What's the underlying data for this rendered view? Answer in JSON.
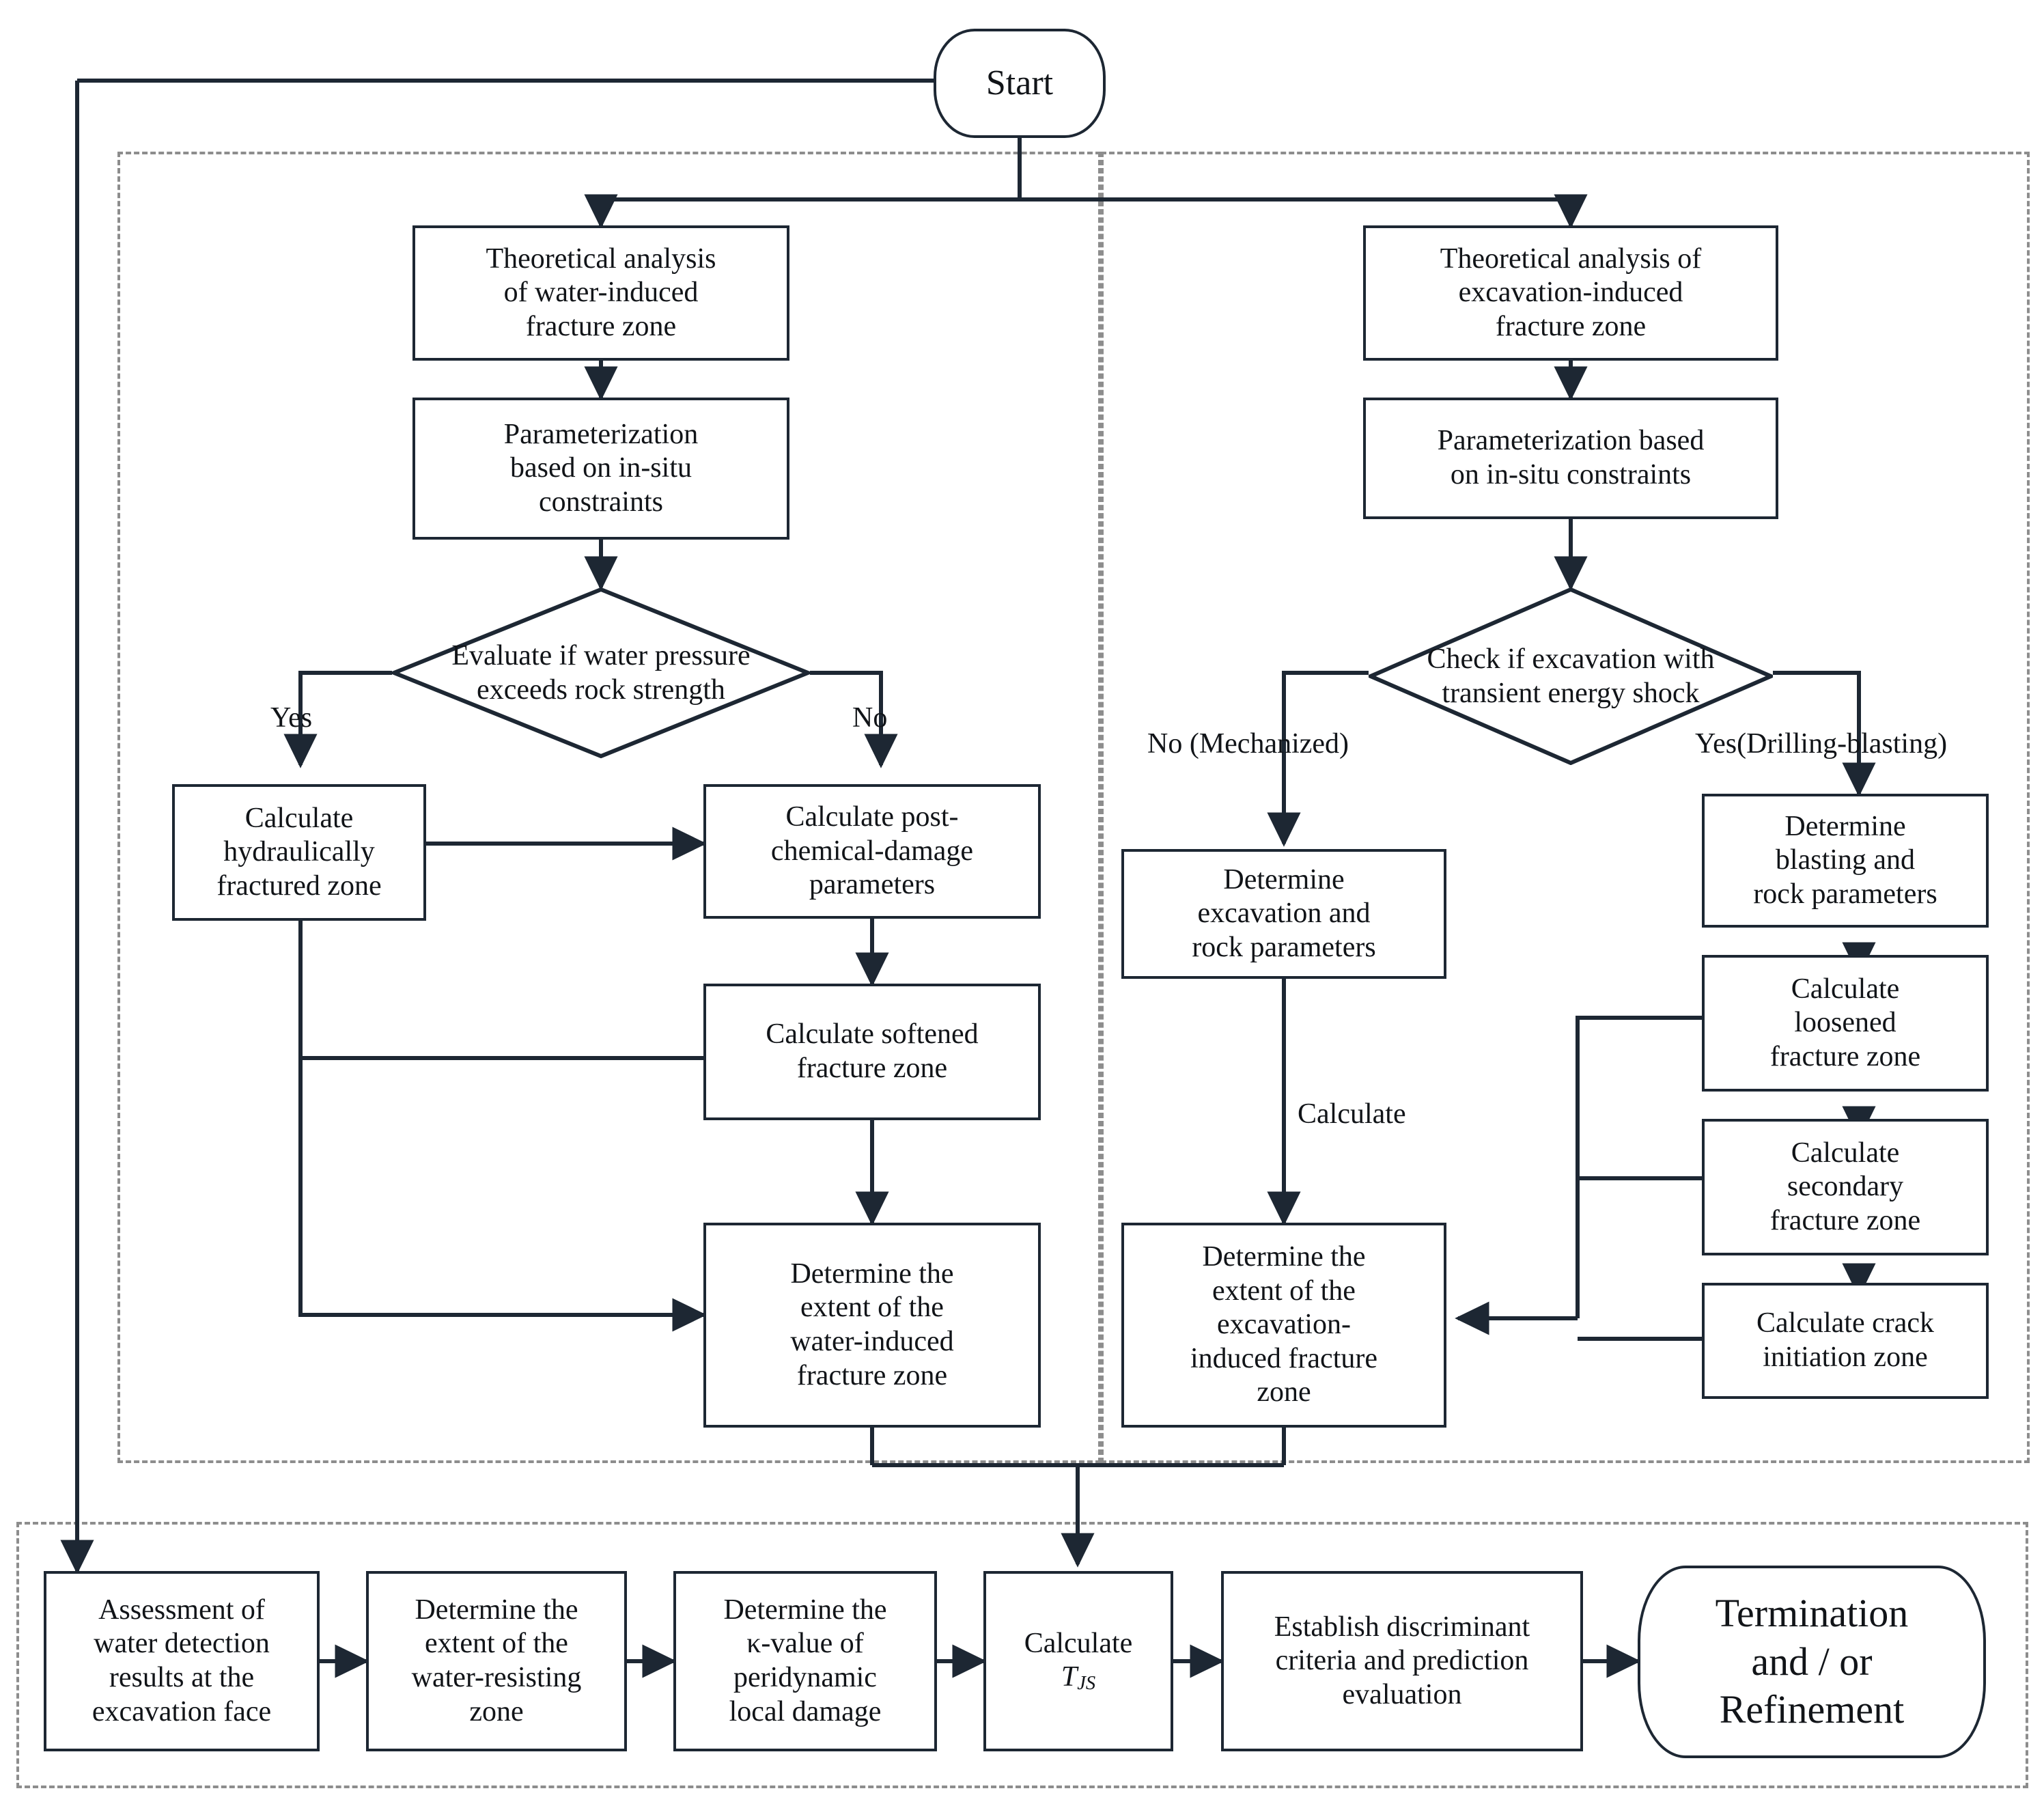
{
  "diagram": {
    "title": "Flowchart for determining water-resisting zone and fracture zones",
    "colors": {
      "stroke": "#1d2733",
      "dashed_group": "#8d8d8d",
      "background": "#ffffff"
    }
  },
  "nodes": {
    "start": {
      "label": "Start",
      "shape": "terminal"
    },
    "water_theory": {
      "lines": [
        "Theoretical analysis",
        "of water-induced",
        "fracture zone"
      ],
      "shape": "process"
    },
    "water_param": {
      "lines": [
        "Parameterization",
        "based on in-situ",
        "constraints"
      ],
      "shape": "process"
    },
    "water_decision": {
      "lines": [
        "Evaluate if water",
        "pressure exceeds",
        "rock strength"
      ],
      "shape": "decision"
    },
    "hydraulic_zone": {
      "lines": [
        "Calculate",
        "hydraulically",
        "fractured zone"
      ],
      "shape": "process"
    },
    "post_chem": {
      "lines": [
        "Calculate post-",
        "chemical-damage",
        "parameters"
      ],
      "shape": "process"
    },
    "softened_zone": {
      "lines": [
        "Calculate softened",
        "fracture zone"
      ],
      "shape": "process"
    },
    "water_extent": {
      "lines": [
        "Determine the",
        "extent of the",
        "water-induced",
        "fracture zone"
      ],
      "shape": "process"
    },
    "exc_theory": {
      "lines": [
        "Theoretical analysis of",
        "excavation-induced",
        "fracture zone"
      ],
      "shape": "process"
    },
    "exc_param": {
      "lines": [
        "Parameterization based",
        "on in-situ constraints"
      ],
      "shape": "process"
    },
    "exc_decision": {
      "lines": [
        "Check if",
        "excavation with",
        "transient energy",
        "shock"
      ],
      "shape": "decision"
    },
    "mech_params": {
      "lines": [
        "Determine",
        "excavation and",
        "rock parameters"
      ],
      "shape": "process"
    },
    "blast_params": {
      "lines": [
        "Determine",
        "blasting and",
        "rock parameters"
      ],
      "shape": "process"
    },
    "loosened_zone": {
      "lines": [
        "Calculate",
        "loosened",
        "fracture zone"
      ],
      "shape": "process"
    },
    "secondary_zone": {
      "lines": [
        "Calculate",
        "secondary",
        "fracture zone"
      ],
      "shape": "process"
    },
    "crack_zone": {
      "lines": [
        "Calculate crack",
        "initiation zone"
      ],
      "shape": "process"
    },
    "exc_extent": {
      "lines": [
        "Determine the",
        "extent of the",
        "excavation-",
        "induced fracture",
        "zone"
      ],
      "shape": "process"
    },
    "assessment": {
      "lines": [
        "Assessment of",
        "water detection",
        "results at the",
        "excavation face"
      ],
      "shape": "process"
    },
    "resisting_extent": {
      "lines": [
        "Determine the",
        "extent of the",
        "water-resisting",
        "zone"
      ],
      "shape": "process"
    },
    "kappa_value": {
      "lines": [
        "Determine the",
        "κ-value of",
        "peridynamic",
        "local damage"
      ],
      "shape": "process"
    },
    "calc_tjs": {
      "lines": [
        "Calculate",
        "T_JS"
      ],
      "label_line1": "Calculate",
      "symbol_base": "T",
      "symbol_sub": "JS",
      "shape": "process"
    },
    "discriminant": {
      "lines": [
        "Establish discriminant",
        "criteria and prediction",
        "evaluation"
      ],
      "shape": "process"
    },
    "termination": {
      "lines": [
        "Termination",
        "and / or",
        "Refinement"
      ],
      "shape": "terminal"
    }
  },
  "edge_labels": {
    "water_yes": "Yes",
    "water_no": "No",
    "exc_no": "No (Mechanized)",
    "exc_yes": "Yes(Drilling-blasting)",
    "mech_calculate": "Calculate"
  },
  "groups": {
    "water_branch": {
      "name": "water-induced-fracture-group"
    },
    "excavation_branch": {
      "name": "excavation-induced-fracture-group"
    },
    "bottom_band": {
      "name": "evaluation-group"
    }
  }
}
